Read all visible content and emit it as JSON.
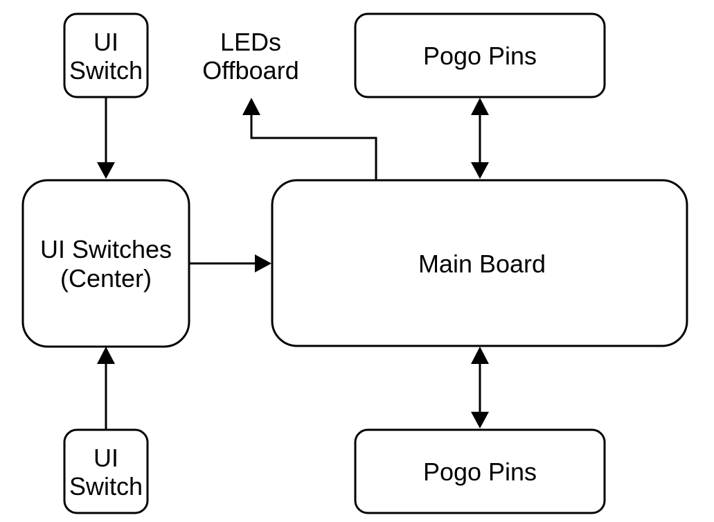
{
  "diagram": {
    "nodes": {
      "ui_switch_top": {
        "lines": [
          "UI",
          "Switch"
        ]
      },
      "leds_offboard": {
        "lines": [
          "LEDs",
          "Offboard"
        ]
      },
      "pogo_pins_top": {
        "lines": [
          "Pogo Pins"
        ]
      },
      "ui_switches_center": {
        "lines": [
          "UI Switches",
          "(Center)"
        ]
      },
      "main_board": {
        "lines": [
          "Main Board"
        ]
      },
      "ui_switch_bottom": {
        "lines": [
          "UI",
          "Switch"
        ]
      },
      "pogo_pins_bottom": {
        "lines": [
          "Pogo Pins"
        ]
      }
    },
    "edges": [
      {
        "from": "ui_switch_top",
        "to": "ui_switches_center",
        "direction": "forward"
      },
      {
        "from": "ui_switch_bottom",
        "to": "ui_switches_center",
        "direction": "forward"
      },
      {
        "from": "ui_switches_center",
        "to": "main_board",
        "direction": "forward"
      },
      {
        "from": "main_board",
        "to": "leds_offboard",
        "direction": "forward"
      },
      {
        "from": "pogo_pins_top",
        "to": "main_board",
        "direction": "bidirectional"
      },
      {
        "from": "main_board",
        "to": "pogo_pins_bottom",
        "direction": "bidirectional"
      }
    ],
    "colors": {
      "stroke": "#000000",
      "fill": "#ffffff",
      "text": "#000000"
    }
  }
}
